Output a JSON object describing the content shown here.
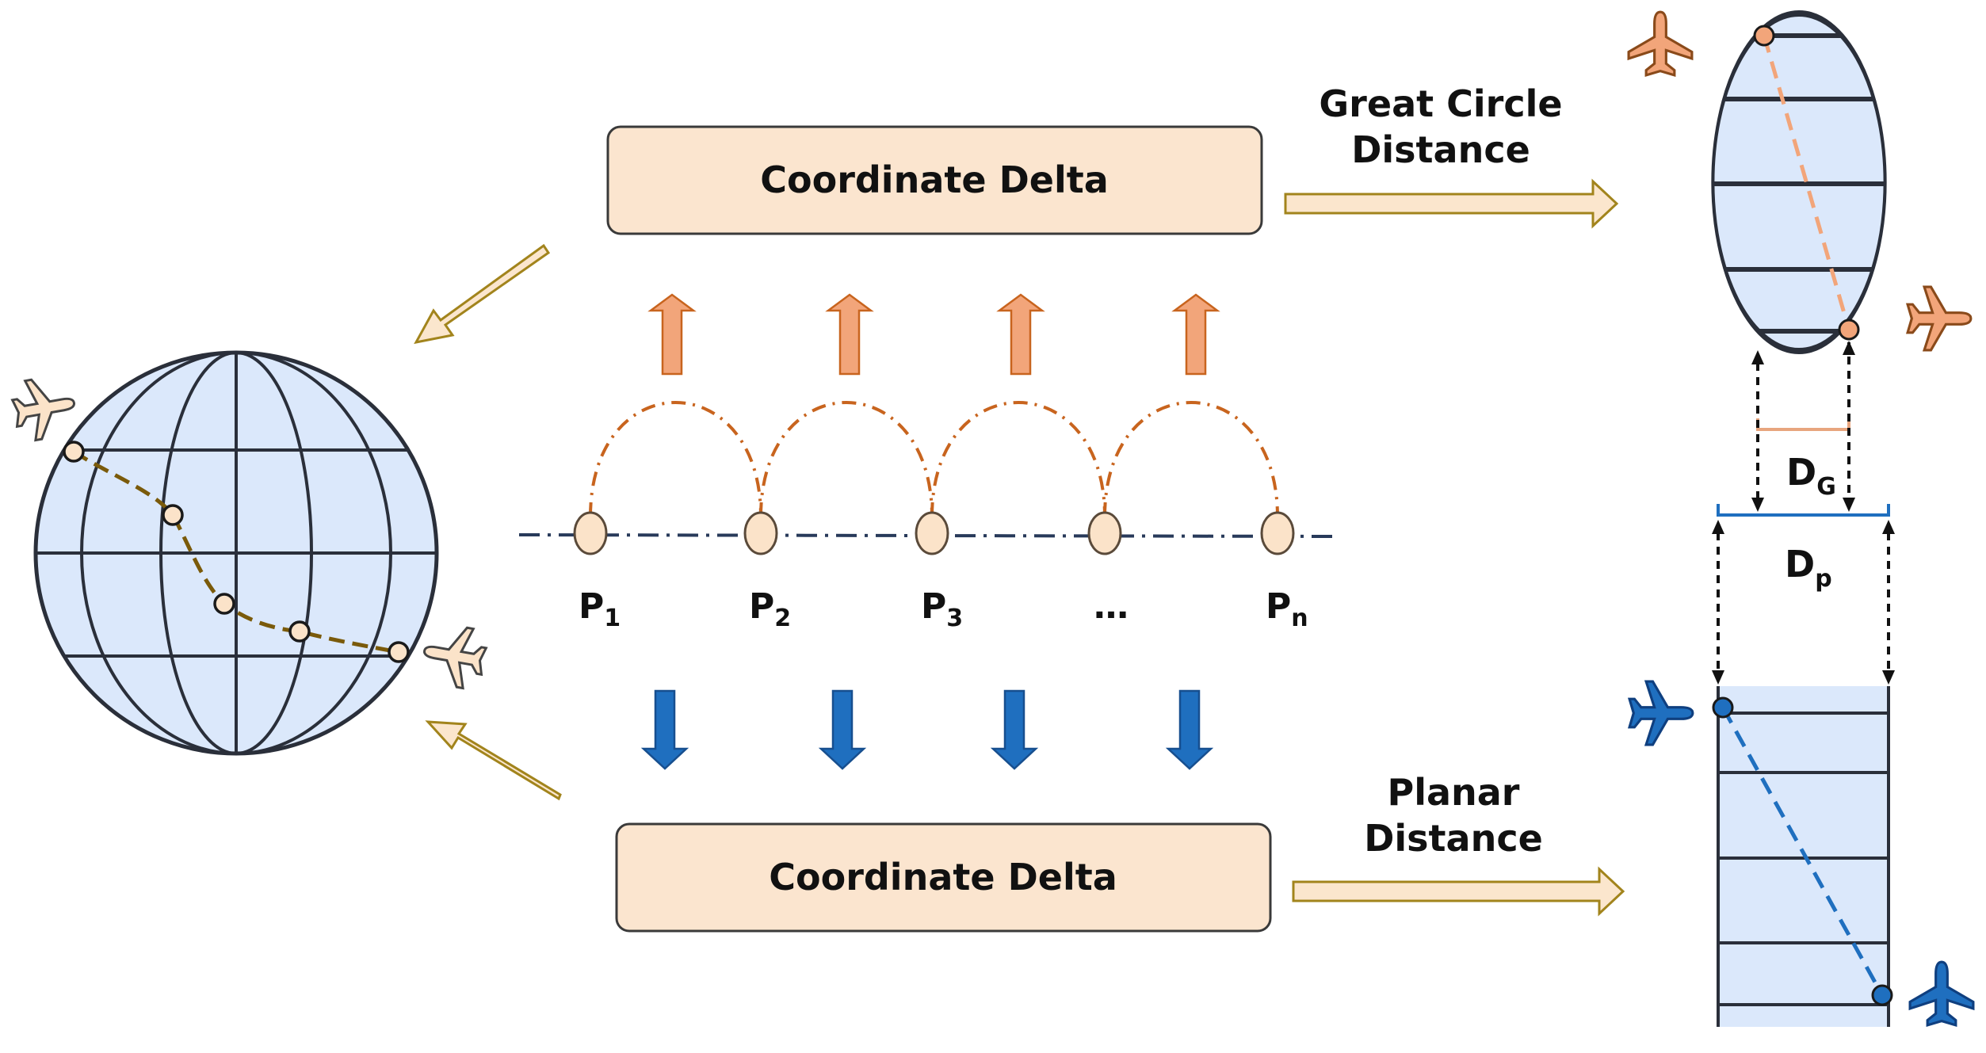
{
  "colors": {
    "box_fill": "#fbe5cf",
    "box_stroke": "#3a3a3a",
    "globe_fill": "#dbe8fb",
    "globe_stroke": "#2a2f3a",
    "orange_accent": "#f2a57a",
    "orange_arc": "#c8641e",
    "blue_accent": "#1f6fbf",
    "axis_navy": "#283a5a",
    "hollow_arrow_fill": "#fbe6cd",
    "hollow_arrow_stroke": "#a2841c",
    "path_brown": "#7a5a0a"
  },
  "top_box": {
    "label": "Coordinate Delta"
  },
  "bottom_box": {
    "label": "Coordinate Delta"
  },
  "top_caption": {
    "line1": "Great Circle",
    "line2": "Distance"
  },
  "bottom_caption": {
    "line1": "Planar",
    "line2": "Distance"
  },
  "points": [
    {
      "base": "P",
      "sub": "1"
    },
    {
      "base": "P",
      "sub": "2"
    },
    {
      "base": "P",
      "sub": "3"
    },
    {
      "base": "…",
      "sub": ""
    },
    {
      "base": "P",
      "sub": "n"
    }
  ],
  "d_g": {
    "base": "D",
    "sub": "G"
  },
  "d_p": {
    "base": "D",
    "sub": "p"
  },
  "icons": [
    "airplane-icon",
    "globe-icon",
    "ellipse-map-icon",
    "planar-map-icon"
  ]
}
